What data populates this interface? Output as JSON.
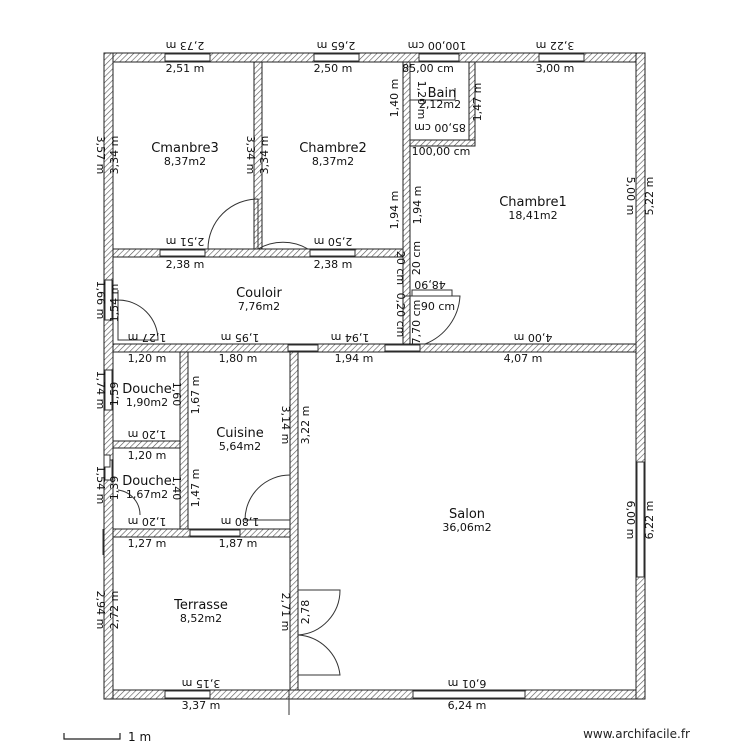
{
  "rooms": {
    "cmanbre3": {
      "name": "Cmanbre3",
      "area": "8,37m2"
    },
    "chambre2": {
      "name": "Chambre2",
      "area": "8,37m2"
    },
    "bain": {
      "name": "Bain",
      "area": "2,12m2"
    },
    "chambre1": {
      "name": "Chambre1",
      "area": "18,41m2"
    },
    "couloir": {
      "name": "Couloir",
      "area": "7,76m2"
    },
    "douche1": {
      "name": "Douche",
      "area": "1,90m2"
    },
    "douche2": {
      "name": "Douche",
      "area": "1,67m2"
    },
    "cuisine": {
      "name": "Cuisine",
      "area": "5,64m2"
    },
    "salon": {
      "name": "Salon",
      "area": "36,06m2"
    },
    "terrasse": {
      "name": "Terrasse",
      "area": "8,52m2"
    }
  },
  "dims": {
    "top_ext_1": "2,73 m",
    "top_ext_2": "2,65 m",
    "top_ext_3": "100,00 cm",
    "top_ext_4": "3,22 m",
    "top_int_1": "2,51 m",
    "top_int_2": "2,50 m",
    "top_int_3": "85,00 cm",
    "top_int_4": "3,00 m",
    "bain_bottom_flip": "85,00 cm",
    "bain_bottom": "100,00 cm",
    "cmanbre3_bot_flip": "2,51 m",
    "cmanbre3_bot": "2,38 m",
    "chambre2_bot_flip": "2,50 m",
    "chambre2_bot": "2,38 m",
    "couloir_bot_flip_1": "1,27 m",
    "couloir_bot_flip_2": "1,95 m",
    "couloir_bot_flip_3": "1,94 m",
    "chambre1_bot_flip": "4,00 m",
    "chambre1_bot": "4,07 m",
    "douche1_top": "1,20 m",
    "couloir_bot_1": "1,80 m",
    "couloir_bot_2": "1,94 m",
    "douche1_bot_flip": "1,20 m",
    "douche2_top": "1,20 m",
    "douche2_bot_flip": "1,20 m",
    "cuisine_bot_flip": "1,80 m",
    "terrasse_top_1": "1,27 m",
    "terrasse_top_2": "1,87 m",
    "terrasse_bot_flip": "3,15 m",
    "terrasse_bot": "3,37 m",
    "salon_bot_flip": "6,01 m",
    "salon_bot": "6,24 m",
    "left_ext_1": "3,57 m",
    "left_int_1": "3,34 m",
    "mid_1": "3,34 m",
    "chambre2_right": "1,40 m",
    "chambre2_right_2": "1,94 m",
    "bain_left": "1,20 m",
    "bain_right": "1,47 m",
    "chambre1_left": "1,94 m",
    "right_int": "5,00 m",
    "right_ext": "5,22 m",
    "door_v1": "20 cm",
    "door_v2": "20 cm",
    "door_v3": "0,20 cm",
    "door_v4": "7,70 cm",
    "door_h1": "48,90",
    "door_h2": "90 cm",
    "left_ext_2": "1,66 m",
    "left_int_2": "1,54 m",
    "left_ext_3": "1,74 m",
    "left_int_3": "1,59",
    "douche1_right": "1,60",
    "cuisine_left": "1,67 m",
    "left_ext_4": "1,54 m",
    "left_int_4": "1,39",
    "douche2_right": "1,40",
    "cuisine_left_2": "1,47 m",
    "cuisine_right_1": "3,14 m",
    "cuisine_right_2": "3,22 m",
    "left_ext_5": "2,94 m",
    "left_int_5": "2,72 m",
    "terrasse_right_1": "2,71 m",
    "terrasse_right_2": "2,78",
    "salon_right_int": "6,00 m",
    "salon_right_ext": "6,22 m"
  },
  "scale_label": "1 m",
  "watermark": "www.archifacile.fr"
}
